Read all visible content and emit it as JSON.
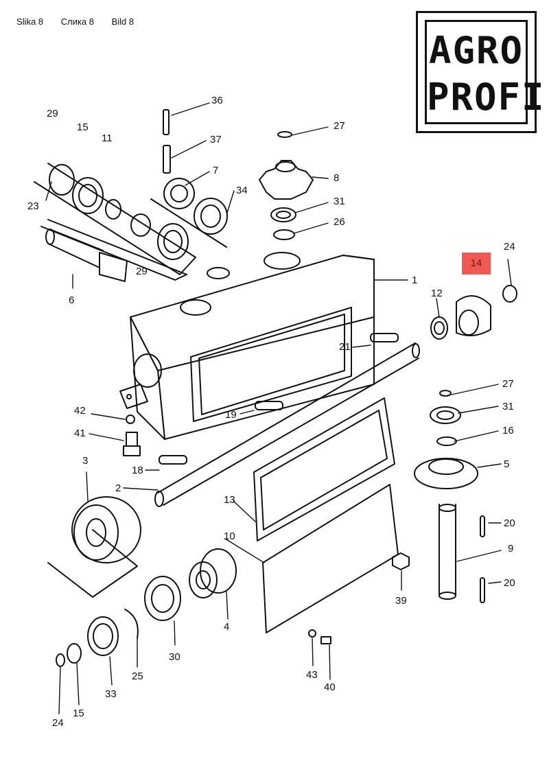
{
  "caption": [
    "Slika 8",
    "Слика 8",
    "Bild 8"
  ],
  "logo": {
    "line1": "AGRO",
    "line2": "PROFIL"
  },
  "highlight": {
    "label": "14",
    "color": "#f05a55"
  },
  "callouts": [
    "36",
    "37",
    "7",
    "27",
    "8",
    "34",
    "31",
    "26",
    "29",
    "15",
    "11",
    "23",
    "29",
    "6",
    "1",
    "24",
    "12",
    "21",
    "27",
    "31",
    "16",
    "19",
    "42",
    "41",
    "5",
    "3",
    "18",
    "2",
    "13",
    "10",
    "20",
    "9",
    "20",
    "4",
    "39",
    "30",
    "25",
    "33",
    "24",
    "15",
    "43",
    "40"
  ]
}
